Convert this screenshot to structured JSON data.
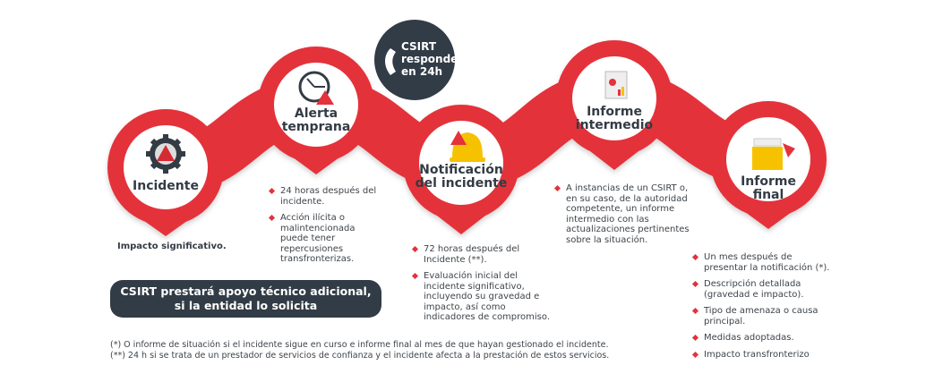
{
  "colors": {
    "accent": "#e4313a",
    "dark": "#323c46"
  },
  "csirt_badge": {
    "icon": "phone-icon",
    "lines": [
      "CSIRT",
      "responde",
      "en 24h"
    ]
  },
  "steps": [
    {
      "title_lines": [
        "Incidente"
      ],
      "icon": "gear-warning-icon",
      "text": "Impacto significativo."
    },
    {
      "title_lines": [
        "Alerta",
        "temprana"
      ],
      "icon": "clock-warning-icon",
      "bullets": [
        "24 horas después del incidente.",
        "Acción ilícita o malintencionada puede tener repercusiones transfronterizas."
      ]
    },
    {
      "title_lines": [
        "Notificación",
        "del incidente"
      ],
      "icon": "bell-warning-icon",
      "bullets": [
        "72 horas después del Incidente (**).",
        "Evaluación inicial del incidente significativo, incluyendo su gravedad e impacto, así como indicadores de compromiso."
      ]
    },
    {
      "title_lines": [
        "Informe",
        "intermedio"
      ],
      "icon": "report-icon",
      "bullets": [
        "A instancias de un CSIRT o, en su caso, de la autoridad competente, un informe intermedio con las actualizaciones pertinentes sobre la situación."
      ]
    },
    {
      "title_lines": [
        "Informe",
        "final"
      ],
      "icon": "folder-icon",
      "bullets": [
        "Un mes después de presentar la notificación (*).",
        "Descripción detallada (gravedad e impacto).",
        "Tipo de amenaza o causa principal.",
        "Medidas adoptadas.",
        "Impacto transfronterizo"
      ]
    }
  ],
  "banner": {
    "lines": [
      "CSIRT prestará apoyo técnico adicional,",
      "si la entidad lo solicita"
    ]
  },
  "footnotes": [
    "(*) O informe de situación si el incidente sigue en curso e informe final al mes de que hayan gestionado el incidente.",
    "(**) 24 h si se trata de un prestador de servicios de confianza y el incidente afecta a la prestación de estos servicios."
  ]
}
